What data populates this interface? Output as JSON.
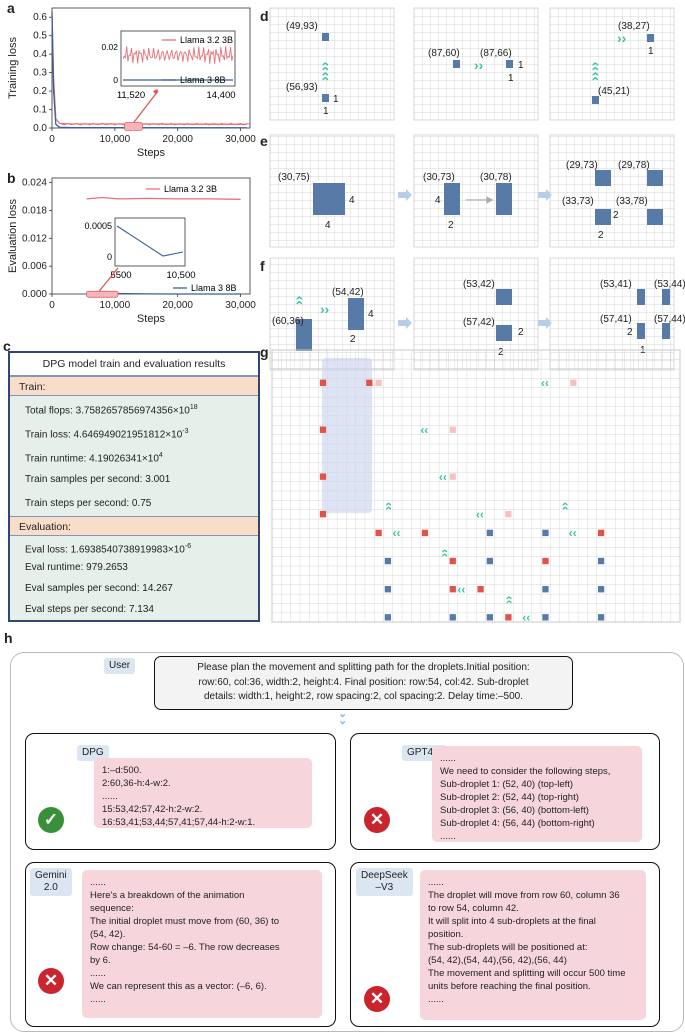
{
  "panel_labels": {
    "a": "a",
    "b": "b",
    "c": "c",
    "d": "d",
    "e": "e",
    "f": "f",
    "g": "g",
    "h": "h"
  },
  "chart_data": [
    {
      "type": "line",
      "title": "",
      "ylabel": "Training loss",
      "xlabel": "Steps",
      "xlim": [
        0,
        31500
      ],
      "ylim": [
        0,
        0.65
      ],
      "yticks": [
        "0.0",
        "0.1",
        "0.2",
        "0.3",
        "0.4",
        "0.5",
        "0.6"
      ],
      "xticks": [
        "0",
        "10,000",
        "20,000",
        "30,000"
      ],
      "series": [
        {
          "name": "Llama 3.2 3B",
          "color": "#e7717a",
          "x": [
            0,
            250,
            600,
            1200,
            3000,
            31000
          ],
          "values": [
            0.61,
            0.27,
            0.05,
            0.025,
            0.022,
            0.02
          ]
        },
        {
          "name": "Llama 3 8B",
          "color": "#3b5f9a",
          "x": [
            0,
            250,
            600,
            1200,
            3000,
            31000
          ],
          "values": [
            0.63,
            0.2,
            0.02,
            0.004,
            0.002,
            0.001
          ]
        }
      ],
      "inset": {
        "xlim": [
          11520,
          14400
        ],
        "xtick_labels": [
          "11,520",
          "14,400"
        ],
        "ytick_labels": [
          "0.02",
          "0"
        ]
      }
    },
    {
      "type": "line",
      "title": "",
      "ylabel": "Evaluation loss",
      "xlabel": "Steps",
      "xlim": [
        0,
        31500
      ],
      "ylim": [
        0,
        0.025
      ],
      "yticks": [
        "0.000",
        "0.006",
        "0.012",
        "0.018",
        "0.024"
      ],
      "xticks": [
        "0",
        "10,000",
        "20,000",
        "30,000"
      ],
      "series": [
        {
          "name": "Llama 3.2 3B",
          "color": "#e7717a",
          "x": [
            5500,
            8000,
            10500,
            15000,
            20000,
            25000,
            30000
          ],
          "values": [
            0.0205,
            0.0208,
            0.0205,
            0.0206,
            0.0205,
            0.0205,
            0.0204
          ]
        },
        {
          "name": "Llama 3 8B",
          "color": "#3b5f9a",
          "x": [
            5500,
            8000,
            10500,
            15000,
            20000,
            25000,
            30000
          ],
          "values": [
            0.0004,
            0.0001,
            0.0001,
            2e-05,
            1e-05,
            1e-05,
            1e-05
          ]
        }
      ],
      "inset": {
        "xlim": [
          5500,
          10500
        ],
        "xtick_labels": [
          "5500",
          "10,500"
        ],
        "ytick_labels": [
          "0.0005",
          "0"
        ]
      }
    }
  ],
  "table": {
    "title": "DPG model train and evaluation results",
    "train_header": "Train:",
    "train_rows": [
      {
        "label": "Total flops: 3.7582657856974356×10",
        "sup": "18"
      },
      {
        "label": "Train loss: 4.646949021951812×10",
        "sup": "-3"
      },
      {
        "label": "Train runtime: 4.19026341×10",
        "sup": "4"
      },
      {
        "label": "Train samples per second: 3.001",
        "sup": ""
      },
      {
        "label": "Train steps per second: 0.75",
        "sup": ""
      }
    ],
    "eval_header": "Evaluation:",
    "eval_rows": [
      {
        "label": "Eval loss: 1.6938540738919983×10",
        "sup": "-6"
      },
      {
        "label": "Eval runtime: 979.2653",
        "sup": ""
      },
      {
        "label": "Eval samples per second: 14.267",
        "sup": ""
      },
      {
        "label": "Eval steps per second: 7.134",
        "sup": ""
      }
    ]
  },
  "grid_labels": {
    "d": [
      "(49,93)",
      "(56,93)",
      "1",
      "1",
      "(87,60)",
      "(87,66)",
      "1",
      "1",
      "(38,27)",
      "1",
      "(45,21)"
    ],
    "e": [
      "(30,75)",
      "4",
      "4",
      "(30,73)",
      "(30,78)",
      "4",
      "2",
      "(29,73)",
      "(29,78)",
      "(33,73)",
      "(33,78)",
      "2",
      "2"
    ],
    "f": [
      "(54,42)",
      "(60,36)",
      "4",
      "2",
      "(53,42)",
      "(57,42)",
      "2",
      "2",
      "(53,41)",
      "(53,44)",
      "(57,41)",
      "(57,44)",
      "2",
      "1"
    ]
  },
  "h": {
    "user_tag": "User",
    "user_query": [
      "Please plan the movement and splitting path for the droplets.Initial position:",
      "row:60, col:36, width:2, height:4. Final position: row:54, col:42. Sub-droplet",
      "details: width:1, height:2, row spacing:2, col spacing:2. Delay time:–500."
    ],
    "dpg": {
      "tag": "DPG",
      "lines": [
        "1:–d:500.",
        "2:60,36-h:4-w:2.",
        "......",
        "15:53,42;57,42-h:2-w:2.",
        "16:53,41;53,44;57,41;57,44-h:2-w:1."
      ]
    },
    "gpt": {
      "tag": "GPT4-o",
      "lines": [
        "......",
        "We need to consider the following steps,",
        "Sub-droplet 1: (52, 40) (top-left)",
        "Sub-droplet 2: (52, 44) (top-right)",
        "Sub-droplet 3: (56, 40) (bottom-left)",
        "Sub-droplet 4: (56, 44) (bottom-right)",
        "......"
      ]
    },
    "gemini": {
      "tag1": "Gemini",
      "tag2": "2.0",
      "lines": [
        "......",
        "Here's a breakdown of the animation",
        "sequence:",
        "The initial droplet must move from (60, 36) to",
        "(54, 42).",
        "Row change: 54-60 = –6. The row decreases",
        "by 6.",
        "......",
        "We can represent this as a vector: (–6, 6).",
        "......"
      ]
    },
    "deepseek": {
      "tag1": "DeepSeek",
      "tag2": "–V3",
      "lines": [
        "......",
        "The droplet will move from row 60, column 36",
        "to row 54, column 42.",
        "It will split into 4 sub-droplets at the final",
        "position.",
        "The sub-droplets will be positioned at:",
        "(54, 42),(54, 44),(56, 42),(56, 44)",
        "The movement and splitting will occur 500 time",
        "units before reaching the final position.",
        "......"
      ]
    }
  },
  "colors": {
    "navy": "#3b5f9a",
    "red": "#e7717a",
    "droplet": "#587aa7",
    "gridred": "#e0524a",
    "pinkbox": "#f6d5dc",
    "check": "#3a8f3b",
    "cross": "#c8252e"
  }
}
